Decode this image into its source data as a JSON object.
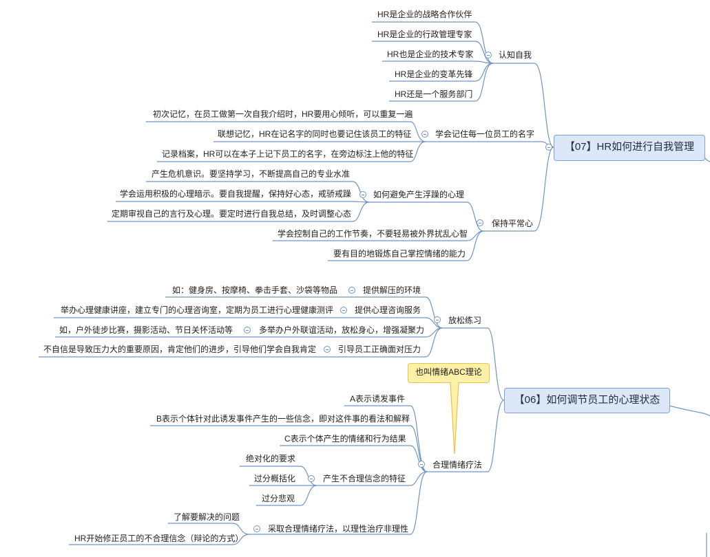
{
  "topics": {
    "t07": "【07】HR如何进行自我管理",
    "t06": "【06】如何调节员工的心理状态"
  },
  "s07": {
    "recognize": {
      "label": "认知自我",
      "items": [
        "HR是企业的战略合作伙伴",
        "HR是企业的行政管理专家",
        "HR也是企业的技术专家",
        "HR是企业的变革先锋",
        "HR还是一个服务部门"
      ]
    },
    "names": {
      "label": "学会记住每一位员工的名字",
      "items": [
        "初次记忆，在员工做第一次自我介绍时，HR要用心倾听，可以重复一遍",
        "联想记忆，HR在记名字的同时也要记住该员工的特征",
        "记录档案，HR可以在本子上记下员工的名字，在旁边标注上他的特征"
      ]
    },
    "calm": {
      "label": "保持平常心",
      "avoid": {
        "label": "如何避免产生浮躁的心理",
        "items": [
          "产生危机意识。要坚持学习，不断提高自己的专业水准",
          "学会运用积极的心理暗示。要自我提醒，保持好心态，戒骄戒躁",
          "定期审视自己的言行及心理。要定时进行自我总结，及时调整心态"
        ]
      },
      "items": [
        "学会控制自己的工作节奏，不要轻易被外界扰乱心智",
        "要有目的地锻炼自己掌控情绪的能力"
      ]
    }
  },
  "s06": {
    "relax": {
      "label": "放松练习",
      "children": [
        {
          "label": "提供解压的环境",
          "detail": "如：健身房、按摩椅、拳击手套、沙袋等物品"
        },
        {
          "label": "提供心理咨询服务",
          "detail": "举办心理健康讲座，建立专门的心理咨询室，定期为员工进行心理健康测评"
        },
        {
          "label": "多举办户外联谊活动，放松身心，增强凝聚力",
          "detail": "如，户外徒步比赛，摄影活动、节日关怀活动等"
        },
        {
          "label": "引导员工正确面对压力",
          "detail": "不自信是导致压力大的重要原因，肯定他们的进步，引导他们学会自我肯定"
        }
      ]
    },
    "rational": {
      "label": "合理情绪疗法",
      "callout": "也叫情绪ABC理论",
      "items": [
        "A表示诱发事件",
        "B表示个体针对此诱发事件产生的一些信念，即对这件事的看法和解释",
        "C表示个体产生的情绪和行为结果"
      ],
      "irrational": {
        "label": "产生不合理信念的特征",
        "items": [
          "绝对化的要求",
          "过分概括化",
          "过分悲观"
        ]
      },
      "method": {
        "label": "采取合理情绪疗法，以理性治疗非理性",
        "items": [
          "了解要解决的问题",
          "HR开始修正员工的不合理信念（辩论的方式）"
        ]
      }
    }
  }
}
